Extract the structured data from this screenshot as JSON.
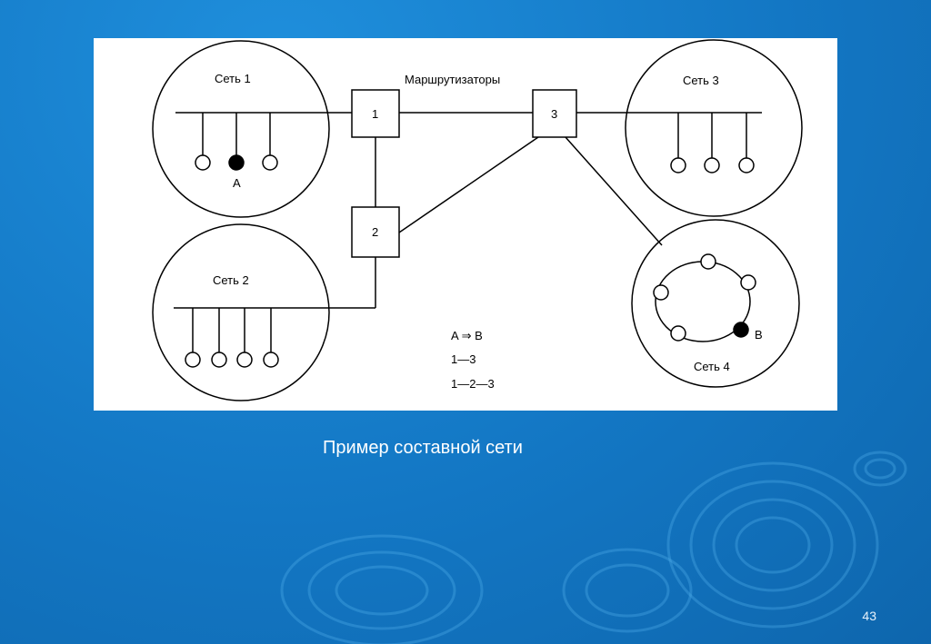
{
  "diagram": {
    "networks": {
      "net1": "Сеть 1",
      "net2": "Сеть 2",
      "net3": "Сеть 3",
      "net4": "Сеть 4"
    },
    "routers_label": "Маршрутизаторы",
    "routers": {
      "r1": "1",
      "r2": "2",
      "r3": "3"
    },
    "nodes": {
      "a": "A",
      "b": "B"
    },
    "routes": {
      "line1": "A ⇒ B",
      "line2": "1—3",
      "line3": "1—2—3"
    }
  },
  "caption": "Пример составной сети",
  "page_number": "43",
  "colors": {
    "background": "#1377c4",
    "panel": "#ffffff",
    "ink": "#000000"
  }
}
